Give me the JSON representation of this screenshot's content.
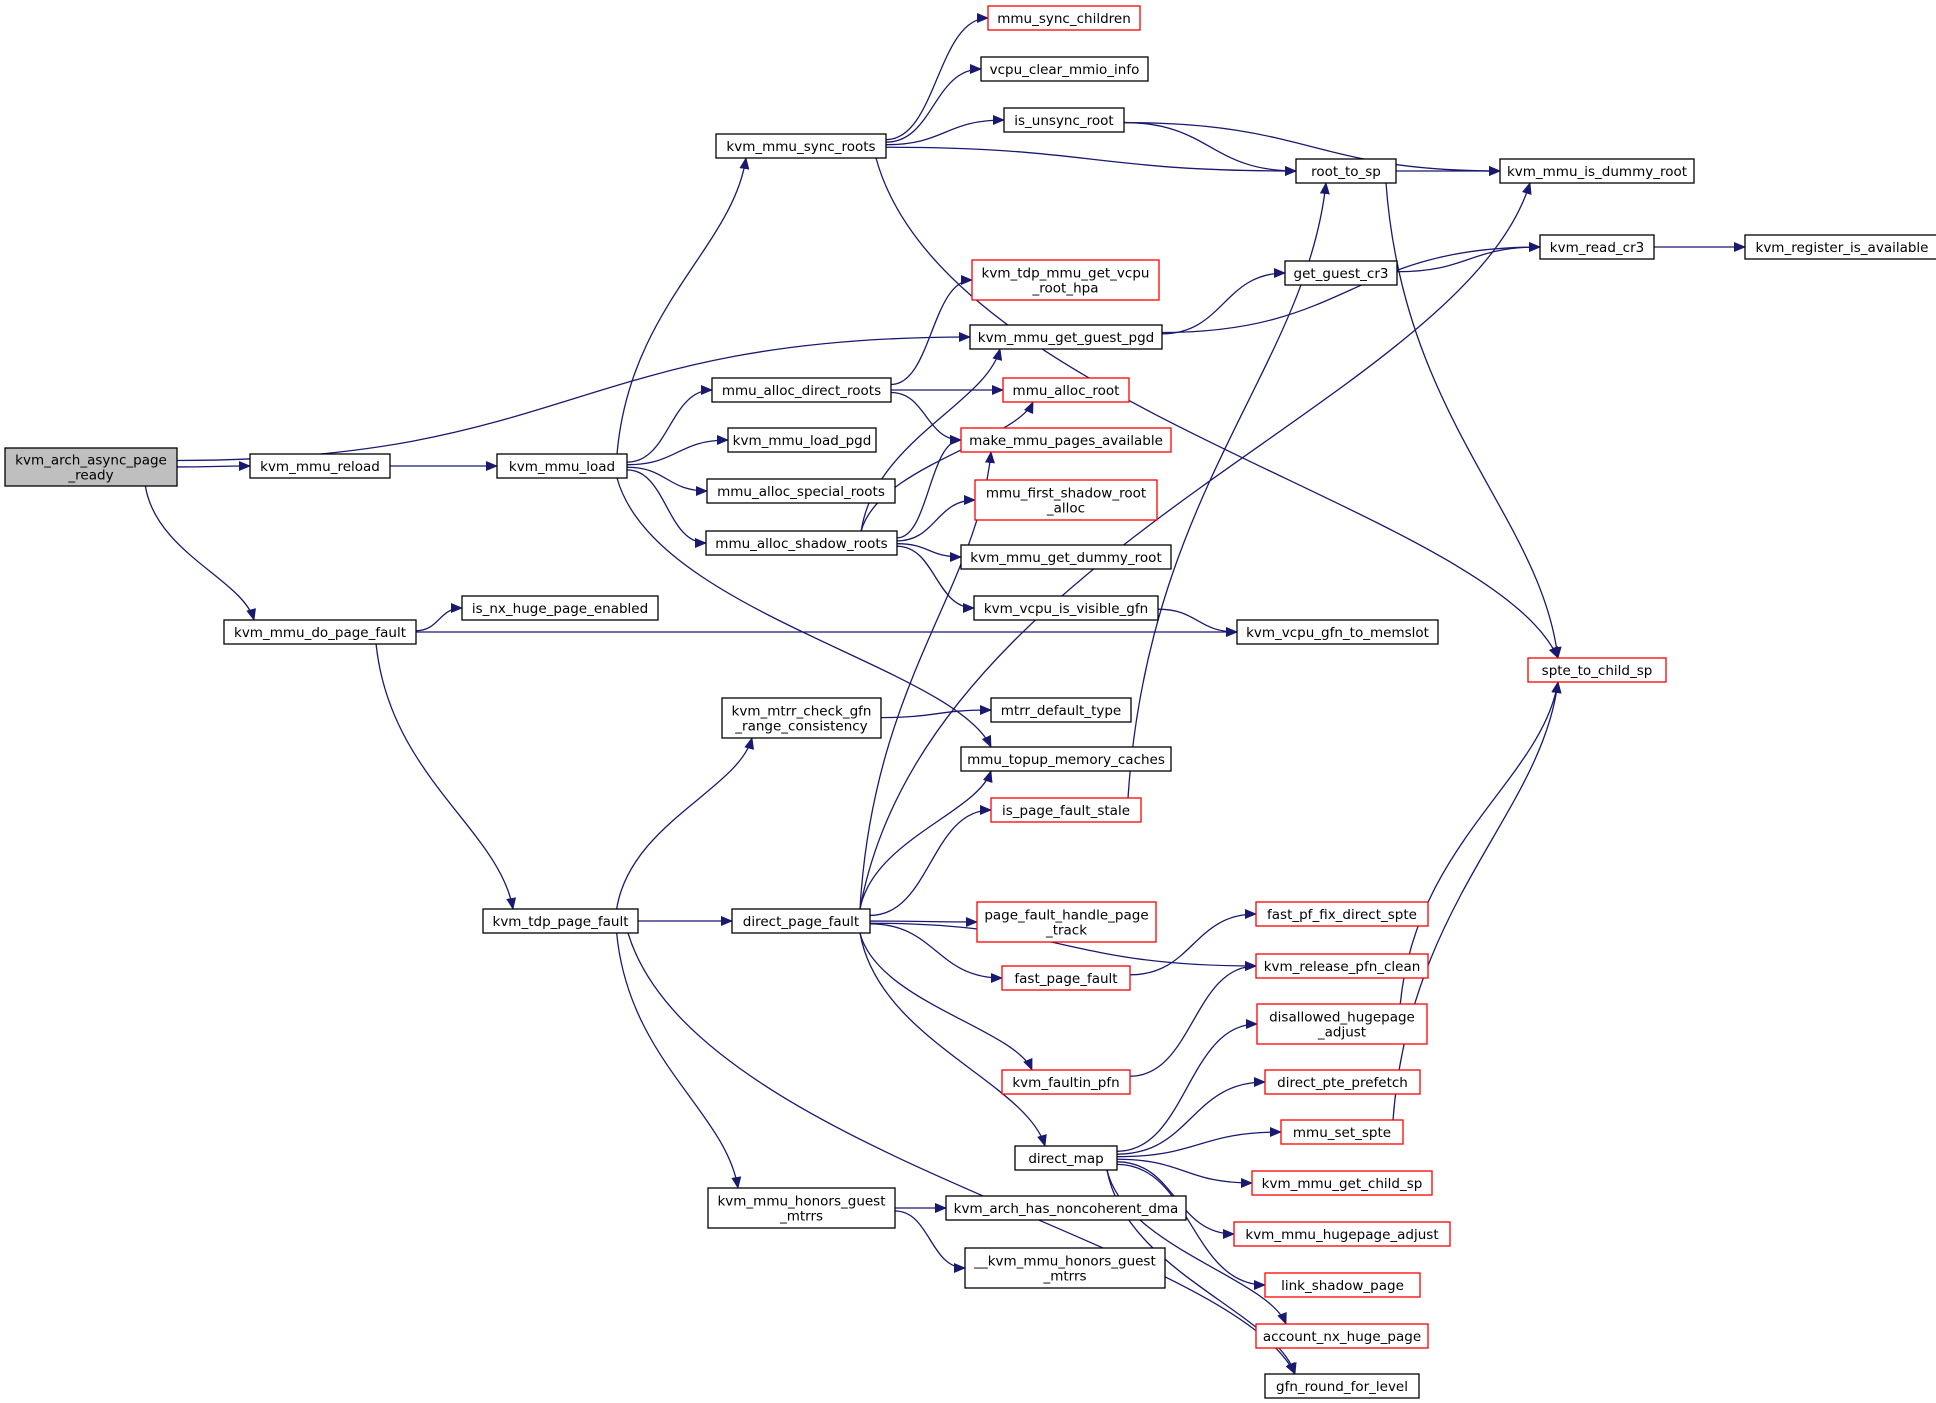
{
  "diagram": {
    "type": "call-graph",
    "colors": {
      "edge": "#191970",
      "root_fill": "#bfbfbf",
      "truncated_border": "#ff0000",
      "normal_border": "#000000"
    },
    "nodes": [
      {
        "id": "kvm_arch_async_page_ready",
        "lines": [
          "kvm_arch_async_page",
          "_ready"
        ],
        "style": "root"
      },
      {
        "id": "kvm_mmu_reload",
        "lines": [
          "kvm_mmu_reload"
        ],
        "style": "normal"
      },
      {
        "id": "kvm_mmu_load",
        "lines": [
          "kvm_mmu_load"
        ],
        "style": "normal"
      },
      {
        "id": "kvm_mmu_sync_roots",
        "lines": [
          "kvm_mmu_sync_roots"
        ],
        "style": "normal"
      },
      {
        "id": "mmu_sync_children",
        "lines": [
          "mmu_sync_children"
        ],
        "style": "red"
      },
      {
        "id": "vcpu_clear_mmio_info",
        "lines": [
          "vcpu_clear_mmio_info"
        ],
        "style": "normal"
      },
      {
        "id": "is_unsync_root",
        "lines": [
          "is_unsync_root"
        ],
        "style": "normal"
      },
      {
        "id": "root_to_sp",
        "lines": [
          "root_to_sp"
        ],
        "style": "normal"
      },
      {
        "id": "kvm_mmu_is_dummy_root",
        "lines": [
          "kvm_mmu_is_dummy_root"
        ],
        "style": "normal"
      },
      {
        "id": "kvm_read_cr3",
        "lines": [
          "kvm_read_cr3"
        ],
        "style": "normal"
      },
      {
        "id": "kvm_register_is_available",
        "lines": [
          "kvm_register_is_available"
        ],
        "style": "normal"
      },
      {
        "id": "get_guest_cr3",
        "lines": [
          "get_guest_cr3"
        ],
        "style": "normal"
      },
      {
        "id": "kvm_tdp_mmu_get_vcpu_root_hpa",
        "lines": [
          "kvm_tdp_mmu_get_vcpu",
          "_root_hpa"
        ],
        "style": "red"
      },
      {
        "id": "kvm_mmu_get_guest_pgd",
        "lines": [
          "kvm_mmu_get_guest_pgd"
        ],
        "style": "normal"
      },
      {
        "id": "mmu_alloc_direct_roots",
        "lines": [
          "mmu_alloc_direct_roots"
        ],
        "style": "normal"
      },
      {
        "id": "mmu_alloc_root",
        "lines": [
          "mmu_alloc_root"
        ],
        "style": "red"
      },
      {
        "id": "make_mmu_pages_available",
        "lines": [
          "make_mmu_pages_available"
        ],
        "style": "red"
      },
      {
        "id": "kvm_mmu_load_pgd",
        "lines": [
          "kvm_mmu_load_pgd"
        ],
        "style": "normal"
      },
      {
        "id": "mmu_alloc_special_roots",
        "lines": [
          "mmu_alloc_special_roots"
        ],
        "style": "normal"
      },
      {
        "id": "mmu_first_shadow_root_alloc",
        "lines": [
          "mmu_first_shadow_root",
          "_alloc"
        ],
        "style": "red"
      },
      {
        "id": "mmu_alloc_shadow_roots",
        "lines": [
          "mmu_alloc_shadow_roots"
        ],
        "style": "normal"
      },
      {
        "id": "kvm_mmu_get_dummy_root",
        "lines": [
          "kvm_mmu_get_dummy_root"
        ],
        "style": "normal"
      },
      {
        "id": "kvm_vcpu_is_visible_gfn",
        "lines": [
          "kvm_vcpu_is_visible_gfn"
        ],
        "style": "normal"
      },
      {
        "id": "kvm_vcpu_gfn_to_memslot",
        "lines": [
          "kvm_vcpu_gfn_to_memslot"
        ],
        "style": "normal"
      },
      {
        "id": "is_nx_huge_page_enabled",
        "lines": [
          "is_nx_huge_page_enabled"
        ],
        "style": "normal"
      },
      {
        "id": "kvm_mmu_do_page_fault",
        "lines": [
          "kvm_mmu_do_page_fault"
        ],
        "style": "normal"
      },
      {
        "id": "spte_to_child_sp",
        "lines": [
          "spte_to_child_sp"
        ],
        "style": "red"
      },
      {
        "id": "kvm_mtrr_check_gfn_range_consistency",
        "lines": [
          "kvm_mtrr_check_gfn",
          "_range_consistency"
        ],
        "style": "normal"
      },
      {
        "id": "mtrr_default_type",
        "lines": [
          "mtrr_default_type"
        ],
        "style": "normal"
      },
      {
        "id": "mmu_topup_memory_caches",
        "lines": [
          "mmu_topup_memory_caches"
        ],
        "style": "normal"
      },
      {
        "id": "is_page_fault_stale",
        "lines": [
          "is_page_fault_stale"
        ],
        "style": "red"
      },
      {
        "id": "kvm_tdp_page_fault",
        "lines": [
          "kvm_tdp_page_fault"
        ],
        "style": "normal"
      },
      {
        "id": "direct_page_fault",
        "lines": [
          "direct_page_fault"
        ],
        "style": "normal"
      },
      {
        "id": "page_fault_handle_page_track",
        "lines": [
          "page_fault_handle_page",
          "_track"
        ],
        "style": "red"
      },
      {
        "id": "fast_pf_fix_direct_spte",
        "lines": [
          "fast_pf_fix_direct_spte"
        ],
        "style": "red"
      },
      {
        "id": "fast_page_fault",
        "lines": [
          "fast_page_fault"
        ],
        "style": "red"
      },
      {
        "id": "kvm_release_pfn_clean",
        "lines": [
          "kvm_release_pfn_clean"
        ],
        "style": "red"
      },
      {
        "id": "disallowed_hugepage_adjust",
        "lines": [
          "disallowed_hugepage",
          "_adjust"
        ],
        "style": "red"
      },
      {
        "id": "kvm_faultin_pfn",
        "lines": [
          "kvm_faultin_pfn"
        ],
        "style": "red"
      },
      {
        "id": "direct_pte_prefetch",
        "lines": [
          "direct_pte_prefetch"
        ],
        "style": "red"
      },
      {
        "id": "mmu_set_spte",
        "lines": [
          "mmu_set_spte"
        ],
        "style": "red"
      },
      {
        "id": "direct_map",
        "lines": [
          "direct_map"
        ],
        "style": "normal"
      },
      {
        "id": "kvm_mmu_get_child_sp",
        "lines": [
          "kvm_mmu_get_child_sp"
        ],
        "style": "red"
      },
      {
        "id": "kvm_mmu_honors_guest_mtrrs",
        "lines": [
          "kvm_mmu_honors_guest",
          "_mtrrs"
        ],
        "style": "normal"
      },
      {
        "id": "kvm_arch_has_noncoherent_dma",
        "lines": [
          "kvm_arch_has_noncoherent_dma"
        ],
        "style": "normal"
      },
      {
        "id": "kvm_mmu_hugepage_adjust",
        "lines": [
          "kvm_mmu_hugepage_adjust"
        ],
        "style": "red"
      },
      {
        "id": "__kvm_mmu_honors_guest_mtrrs",
        "lines": [
          "__kvm_mmu_honors_guest",
          "_mtrrs"
        ],
        "style": "normal"
      },
      {
        "id": "link_shadow_page",
        "lines": [
          "link_shadow_page"
        ],
        "style": "red"
      },
      {
        "id": "account_nx_huge_page",
        "lines": [
          "account_nx_huge_page"
        ],
        "style": "red"
      },
      {
        "id": "gfn_round_for_level",
        "lines": [
          "gfn_round_for_level"
        ],
        "style": "normal"
      }
    ],
    "edges": [
      [
        "kvm_arch_async_page_ready",
        "kvm_mmu_reload"
      ],
      [
        "kvm_arch_async_page_ready",
        "kvm_mmu_get_guest_pgd"
      ],
      [
        "kvm_arch_async_page_ready",
        "kvm_mmu_do_page_fault"
      ],
      [
        "kvm_mmu_reload",
        "kvm_mmu_load"
      ],
      [
        "kvm_mmu_load",
        "kvm_mmu_sync_roots"
      ],
      [
        "kvm_mmu_load",
        "mmu_alloc_direct_roots"
      ],
      [
        "kvm_mmu_load",
        "kvm_mmu_load_pgd"
      ],
      [
        "kvm_mmu_load",
        "mmu_alloc_special_roots"
      ],
      [
        "kvm_mmu_load",
        "mmu_alloc_shadow_roots"
      ],
      [
        "kvm_mmu_load",
        "mmu_topup_memory_caches"
      ],
      [
        "kvm_mmu_sync_roots",
        "mmu_sync_children"
      ],
      [
        "kvm_mmu_sync_roots",
        "vcpu_clear_mmio_info"
      ],
      [
        "kvm_mmu_sync_roots",
        "is_unsync_root"
      ],
      [
        "kvm_mmu_sync_roots",
        "root_to_sp"
      ],
      [
        "kvm_mmu_sync_roots",
        "spte_to_child_sp"
      ],
      [
        "is_unsync_root",
        "root_to_sp"
      ],
      [
        "is_unsync_root",
        "kvm_mmu_is_dummy_root"
      ],
      [
        "root_to_sp",
        "kvm_mmu_is_dummy_root"
      ],
      [
        "root_to_sp",
        "spte_to_child_sp"
      ],
      [
        "kvm_read_cr3",
        "kvm_register_is_available"
      ],
      [
        "get_guest_cr3",
        "kvm_read_cr3"
      ],
      [
        "kvm_mmu_get_guest_pgd",
        "kvm_read_cr3"
      ],
      [
        "kvm_mmu_get_guest_pgd",
        "get_guest_cr3"
      ],
      [
        "mmu_alloc_direct_roots",
        "kvm_tdp_mmu_get_vcpu_root_hpa"
      ],
      [
        "mmu_alloc_direct_roots",
        "mmu_alloc_root"
      ],
      [
        "mmu_alloc_direct_roots",
        "make_mmu_pages_available"
      ],
      [
        "mmu_alloc_shadow_roots",
        "kvm_mmu_get_guest_pgd"
      ],
      [
        "mmu_alloc_shadow_roots",
        "mmu_alloc_root"
      ],
      [
        "mmu_alloc_shadow_roots",
        "make_mmu_pages_available"
      ],
      [
        "mmu_alloc_shadow_roots",
        "mmu_first_shadow_root_alloc"
      ],
      [
        "mmu_alloc_shadow_roots",
        "kvm_mmu_get_dummy_root"
      ],
      [
        "mmu_alloc_shadow_roots",
        "kvm_vcpu_is_visible_gfn"
      ],
      [
        "kvm_vcpu_is_visible_gfn",
        "kvm_vcpu_gfn_to_memslot"
      ],
      [
        "kvm_mmu_do_page_fault",
        "is_nx_huge_page_enabled"
      ],
      [
        "kvm_mmu_do_page_fault",
        "kvm_vcpu_gfn_to_memslot"
      ],
      [
        "kvm_mmu_do_page_fault",
        "kvm_tdp_page_fault"
      ],
      [
        "kvm_mtrr_check_gfn_range_consistency",
        "mtrr_default_type"
      ],
      [
        "is_page_fault_stale",
        "root_to_sp"
      ],
      [
        "kvm_tdp_page_fault",
        "kvm_mtrr_check_gfn_range_consistency"
      ],
      [
        "kvm_tdp_page_fault",
        "direct_page_fault"
      ],
      [
        "kvm_tdp_page_fault",
        "kvm_mmu_honors_guest_mtrrs"
      ],
      [
        "kvm_tdp_page_fault",
        "gfn_round_for_level"
      ],
      [
        "direct_page_fault",
        "make_mmu_pages_available"
      ],
      [
        "direct_page_fault",
        "mmu_topup_memory_caches"
      ],
      [
        "direct_page_fault",
        "is_page_fault_stale"
      ],
      [
        "direct_page_fault",
        "kvm_mmu_is_dummy_root"
      ],
      [
        "direct_page_fault",
        "page_fault_handle_page_track"
      ],
      [
        "direct_page_fault",
        "fast_page_fault"
      ],
      [
        "direct_page_fault",
        "kvm_release_pfn_clean"
      ],
      [
        "direct_page_fault",
        "kvm_faultin_pfn"
      ],
      [
        "direct_page_fault",
        "direct_map"
      ],
      [
        "fast_page_fault",
        "fast_pf_fix_direct_spte"
      ],
      [
        "kvm_faultin_pfn",
        "kvm_release_pfn_clean"
      ],
      [
        "disallowed_hugepage_adjust",
        "spte_to_child_sp"
      ],
      [
        "mmu_set_spte",
        "spte_to_child_sp"
      ],
      [
        "direct_map",
        "disallowed_hugepage_adjust"
      ],
      [
        "direct_map",
        "direct_pte_prefetch"
      ],
      [
        "direct_map",
        "mmu_set_spte"
      ],
      [
        "direct_map",
        "kvm_mmu_get_child_sp"
      ],
      [
        "direct_map",
        "kvm_mmu_hugepage_adjust"
      ],
      [
        "direct_map",
        "link_shadow_page"
      ],
      [
        "direct_map",
        "account_nx_huge_page"
      ],
      [
        "direct_map",
        "gfn_round_for_level"
      ],
      [
        "kvm_mmu_honors_guest_mtrrs",
        "kvm_arch_has_noncoherent_dma"
      ],
      [
        "kvm_mmu_honors_guest_mtrrs",
        "__kvm_mmu_honors_guest_mtrrs"
      ]
    ]
  }
}
